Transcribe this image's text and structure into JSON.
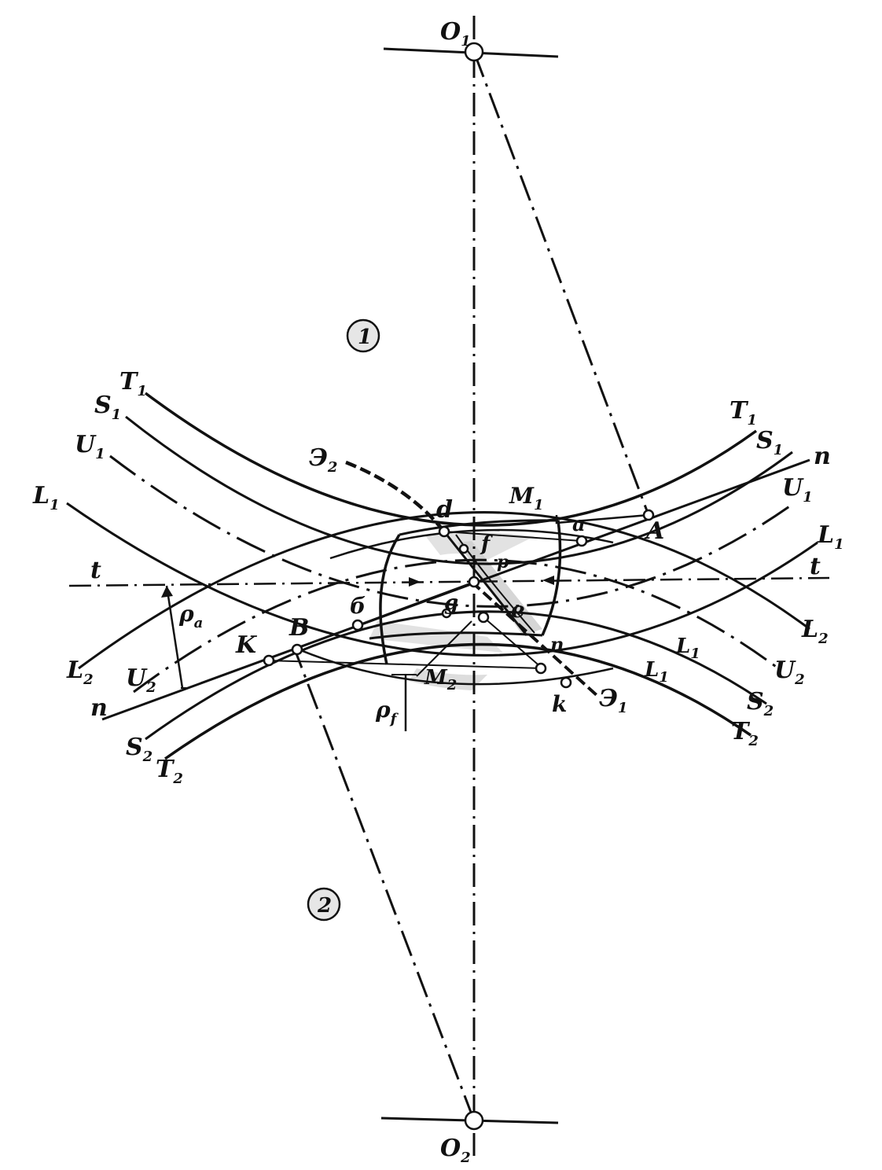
{
  "labels": {
    "O1": "O",
    "O1_sub": "1",
    "O2": "O",
    "O2_sub": "2",
    "wheel1": "1",
    "wheel2": "2",
    "t_left": "t",
    "t_right": "t",
    "n_left": "n",
    "n_right": "n",
    "T1_left": "T",
    "T1_left_sub": "1",
    "T1_right": "T",
    "T1_right_sub": "1",
    "S1_left": "S",
    "S1_left_sub": "1",
    "S1_right": "S",
    "S1_right_sub": "1",
    "U1_left": "U",
    "U1_left_sub": "1",
    "U1_right": "U",
    "U1_right_sub": "1",
    "L1_left": "L",
    "L1_left_sub": "1",
    "L1_right": "L",
    "L1_right_sub": "1",
    "L2_left": "L",
    "L2_left_sub": "2",
    "L2_right": "L",
    "L2_right_sub": "2",
    "U2_left": "U",
    "U2_left_sub": "2",
    "U2_right": "U",
    "U2_right_sub": "2",
    "S2_left": "S",
    "S2_left_sub": "2",
    "S2_right": "S",
    "S2_right_sub": "2",
    "T2_left": "T",
    "T2_left_sub": "2",
    "T2_right": "T",
    "T2_right_sub": "2",
    "L1_lower_a": "L",
    "L1_lower_a_sub": "1",
    "L1_lower_b": "L",
    "L1_lower_b_sub": "1",
    "E2": "Э",
    "E2_sub": "2",
    "E1": "Э",
    "E1_sub": "1",
    "M1": "M",
    "M1_sub": "1",
    "M2": "M",
    "M2_sub": "2",
    "A": "A",
    "a": "a",
    "B": "B",
    "b": "б",
    "K": "K",
    "k": "k",
    "d": "d",
    "f": "f",
    "g": "g",
    "e": "e",
    "p": "p",
    "n_point": "n",
    "rho_a": "ρ",
    "rho_a_sub": "a",
    "rho_f": "ρ",
    "rho_f_sub": "f"
  }
}
